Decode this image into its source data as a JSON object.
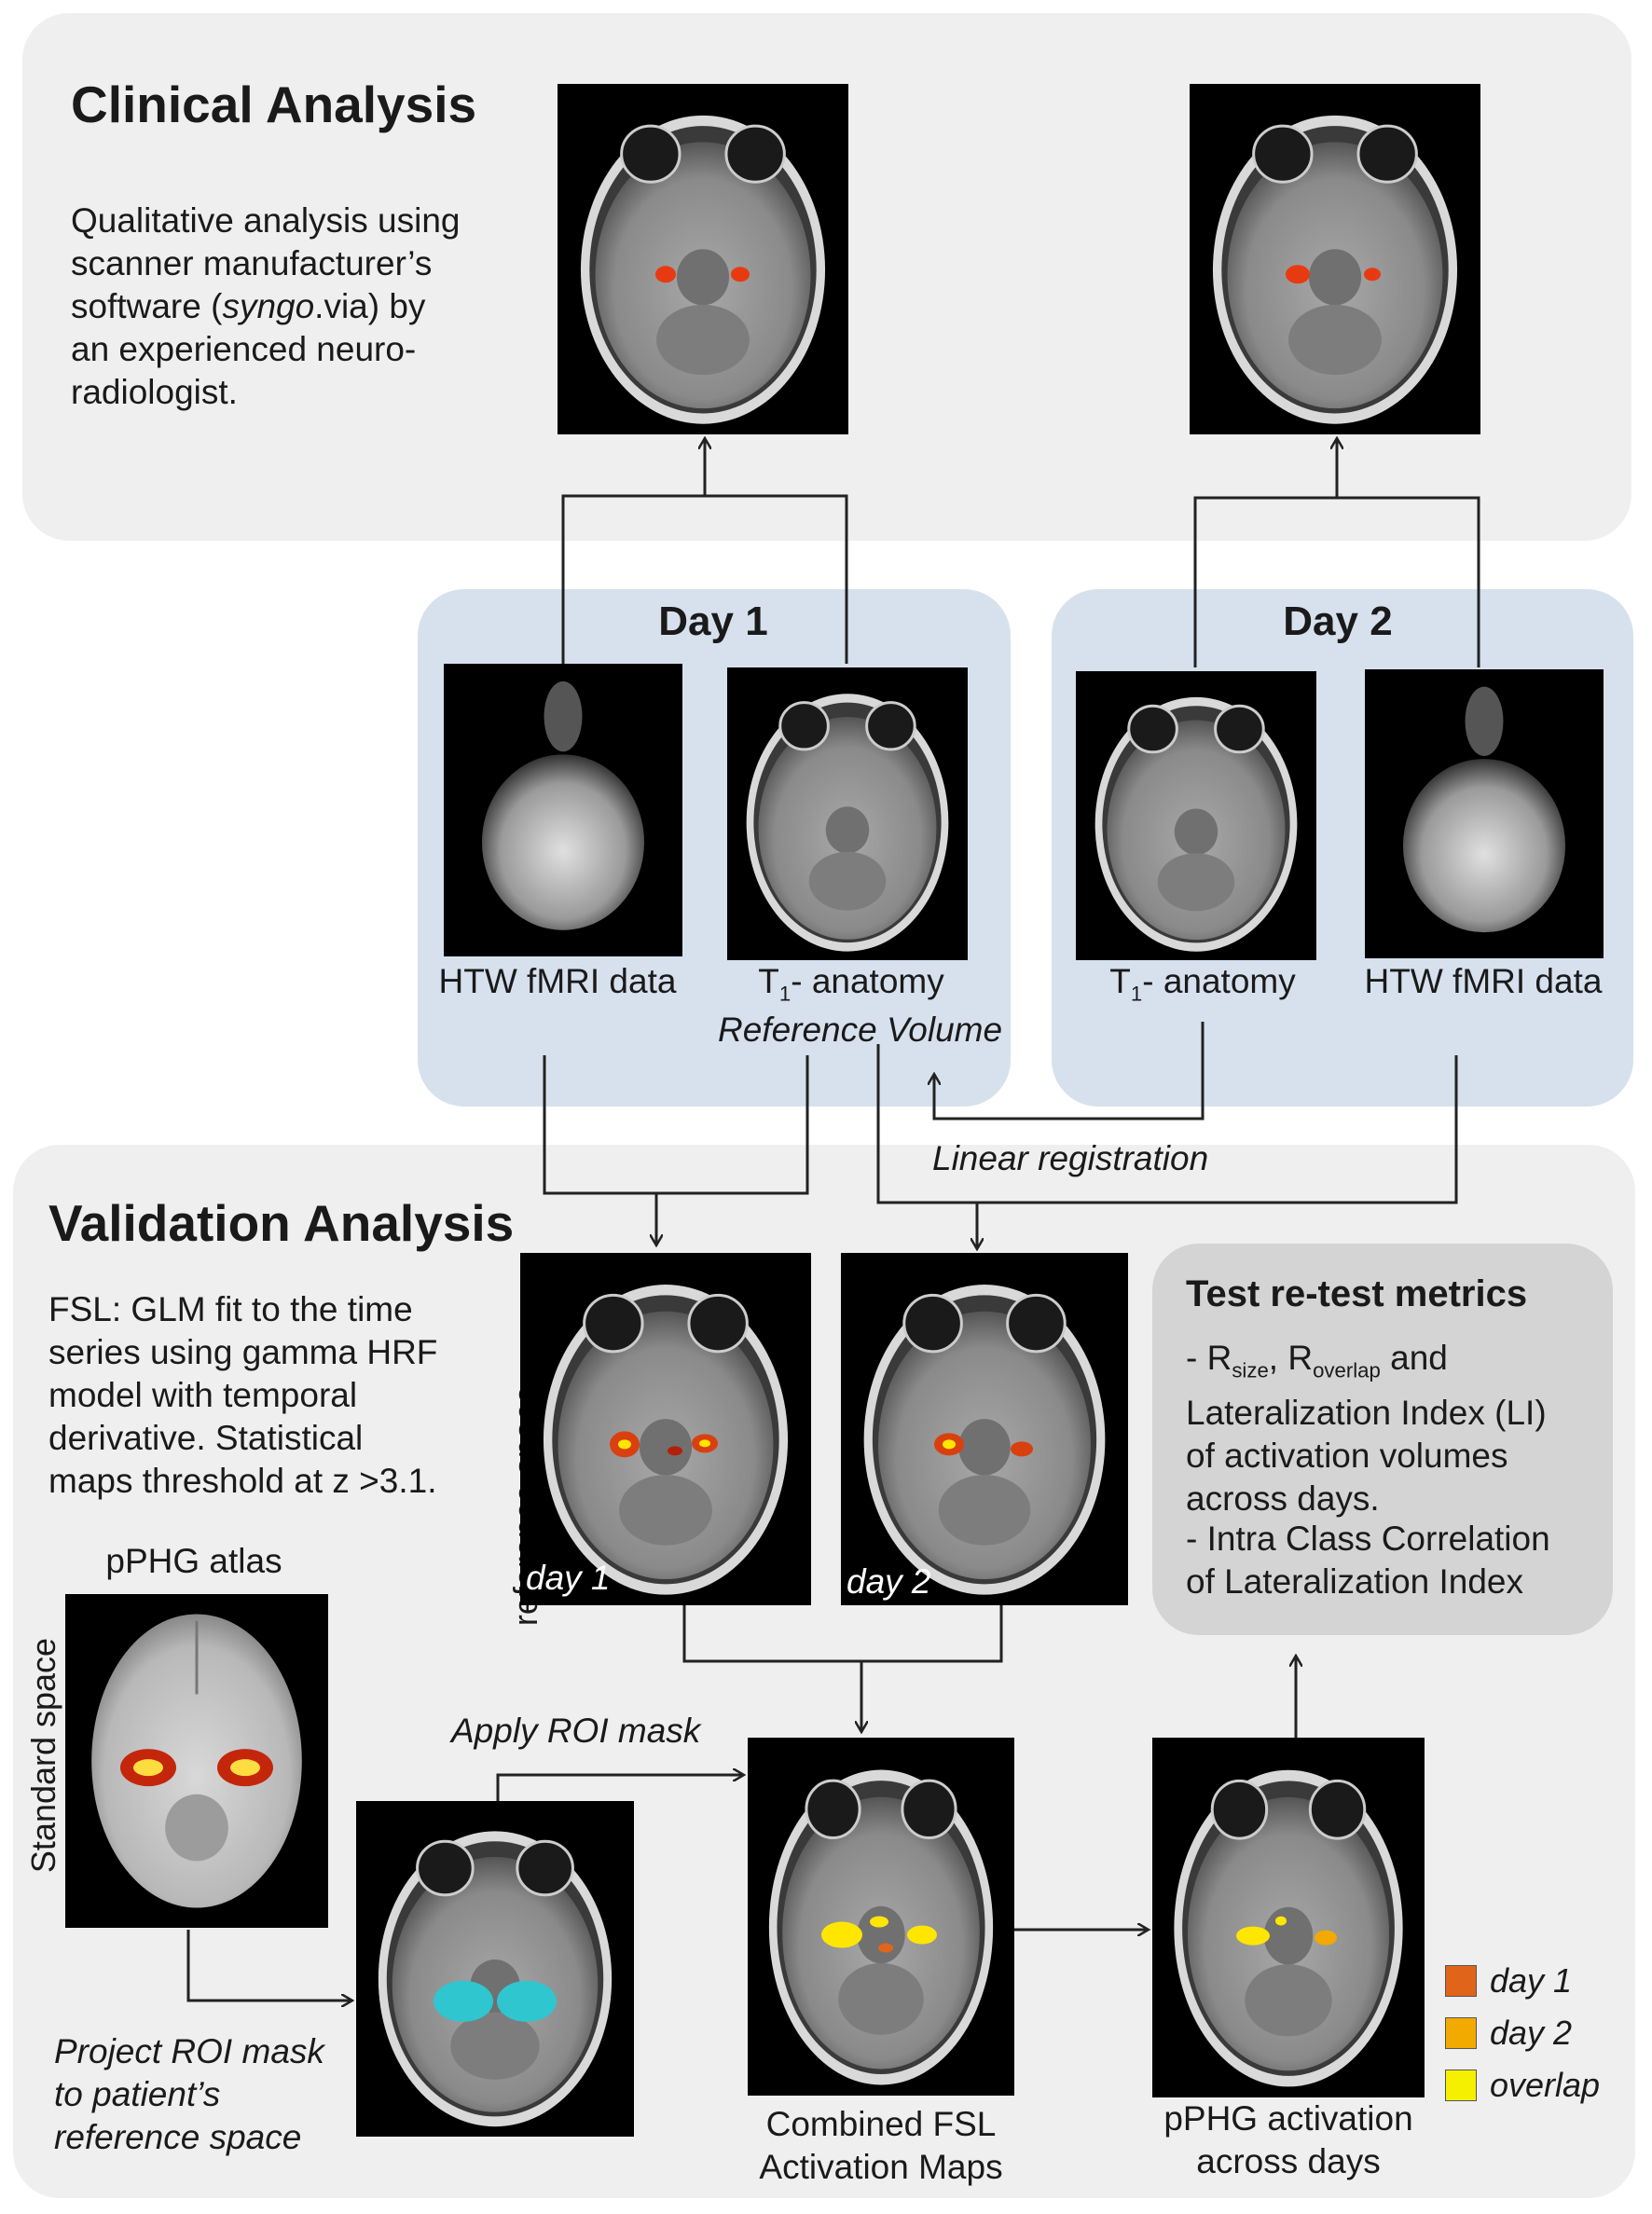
{
  "clinical": {
    "title": "Clinical Analysis",
    "description_lines": [
      "Qualitative analysis using",
      "scanner manufacturer’s",
      "software (",
      "syngo",
      ".via) by",
      "an experienced neuro-",
      "radiologist."
    ]
  },
  "day1": {
    "title": "Day 1",
    "fmri_label": "HTW fMRI data",
    "t1_label_main": "T",
    "t1_label_sub": "1",
    "t1_label_rest": "- anatomy",
    "reference_label": "Reference Volume"
  },
  "day2": {
    "title": "Day 2",
    "t1_label_main": "T",
    "t1_label_sub": "1",
    "t1_label_rest": "- anatomy",
    "fmri_label": "HTW fMRI data"
  },
  "linear_registration": "Linear registration",
  "validation": {
    "title": "Validation Analysis",
    "fsl_lines": [
      "FSL: GLM fit to the time",
      "series using gamma HRF",
      "model with temporal",
      "derivative. Statistical",
      "maps threshold at z >3.1."
    ],
    "reference_space_label": "reference space",
    "day1_caption": "day 1",
    "day2_caption": "day 2",
    "atlas_title": "pPHG atlas",
    "standard_space_label": "Standard space",
    "apply_roi_label": "Apply ROI mask",
    "project_roi_lines": [
      "Project ROI mask",
      "to patient’s",
      "reference space"
    ],
    "combined_lines": [
      "Combined FSL",
      "Activation Maps"
    ],
    "pphg_lines": [
      "pPHG activation",
      "across days"
    ]
  },
  "metrics": {
    "title": "Test re-test metrics",
    "item1_r": "- R",
    "item1_size": "size",
    "item1_comma": ", R",
    "item1_overlap": "overlap",
    "item1_and": " and",
    "item1_lines": [
      "Lateralization Index (LI)",
      "of activation volumes",
      "across days."
    ],
    "item2_lines": [
      "- Intra Class Correlation",
      "of  Lateralization Index"
    ]
  },
  "legend": [
    {
      "label": "day 1",
      "color": "#e0651a"
    },
    {
      "label": "day 2",
      "color": "#f2a900"
    },
    {
      "label": "overlap",
      "color": "#f5f000"
    }
  ],
  "colors": {
    "panel_gray": "#efefef",
    "panel_blue": "#d7e1ee",
    "panel_metrics": "#d4d4d4",
    "activation_red": "#d9400f",
    "activation_yellow": "#ffe600",
    "roi_cyan": "#2fc6d0"
  }
}
